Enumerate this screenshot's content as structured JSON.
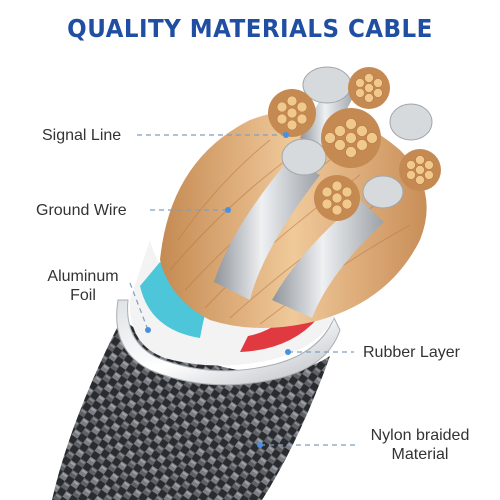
{
  "title": "QUALITY MATERIALS CABLE",
  "labels": {
    "signal_line": "Signal Line",
    "ground_wire": "Ground Wire",
    "aluminum_foil_line1": "Aluminum",
    "aluminum_foil_line2": "Foil",
    "rubber_layer": "Rubber Layer",
    "nylon_line1": "Nylon braided",
    "nylon_line2": "Material"
  },
  "colors": {
    "title": "#1f4ea3",
    "leader_line": "#7f9fc0",
    "label_text": "#333333",
    "copper": "#e2b07a",
    "silver": "#c9ccd0",
    "ground_green": "#3fbf3f",
    "foil_cyan": "#4cc6d8",
    "rubber_red": "#e0393f",
    "braid": "#4a4d52"
  }
}
